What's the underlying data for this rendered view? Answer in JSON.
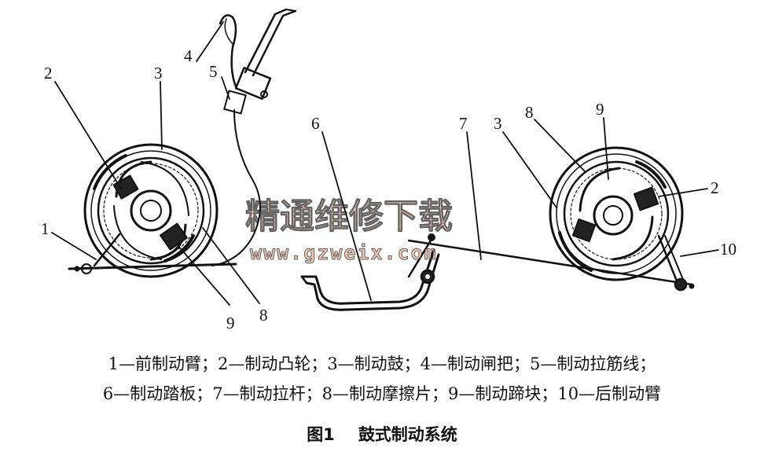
{
  "diagram": {
    "callouts": {
      "c1": "1",
      "c2_left": "2",
      "c3_left": "3",
      "c4": "4",
      "c5": "5",
      "c6": "6",
      "c7": "7",
      "c3_right": "3",
      "c8_right": "8",
      "c9_right": "9",
      "c2_right": "2",
      "c10": "10",
      "c9_left": "9",
      "c8_left": "8"
    },
    "watermark": {
      "cn": "精通维修下载",
      "url": "www.gzweix.com"
    }
  },
  "legend": {
    "line1": "1—前制动臂；2—制动凸轮；3—制动鼓；4—制动闸把；5—制动拉筋线；",
    "line2": "6—制动踏板；7—制动拉杆；8—制动摩擦片；9—制动蹄块；10—后制动臂"
  },
  "caption": {
    "figure": "图1",
    "title": "鼓式制动系统"
  }
}
